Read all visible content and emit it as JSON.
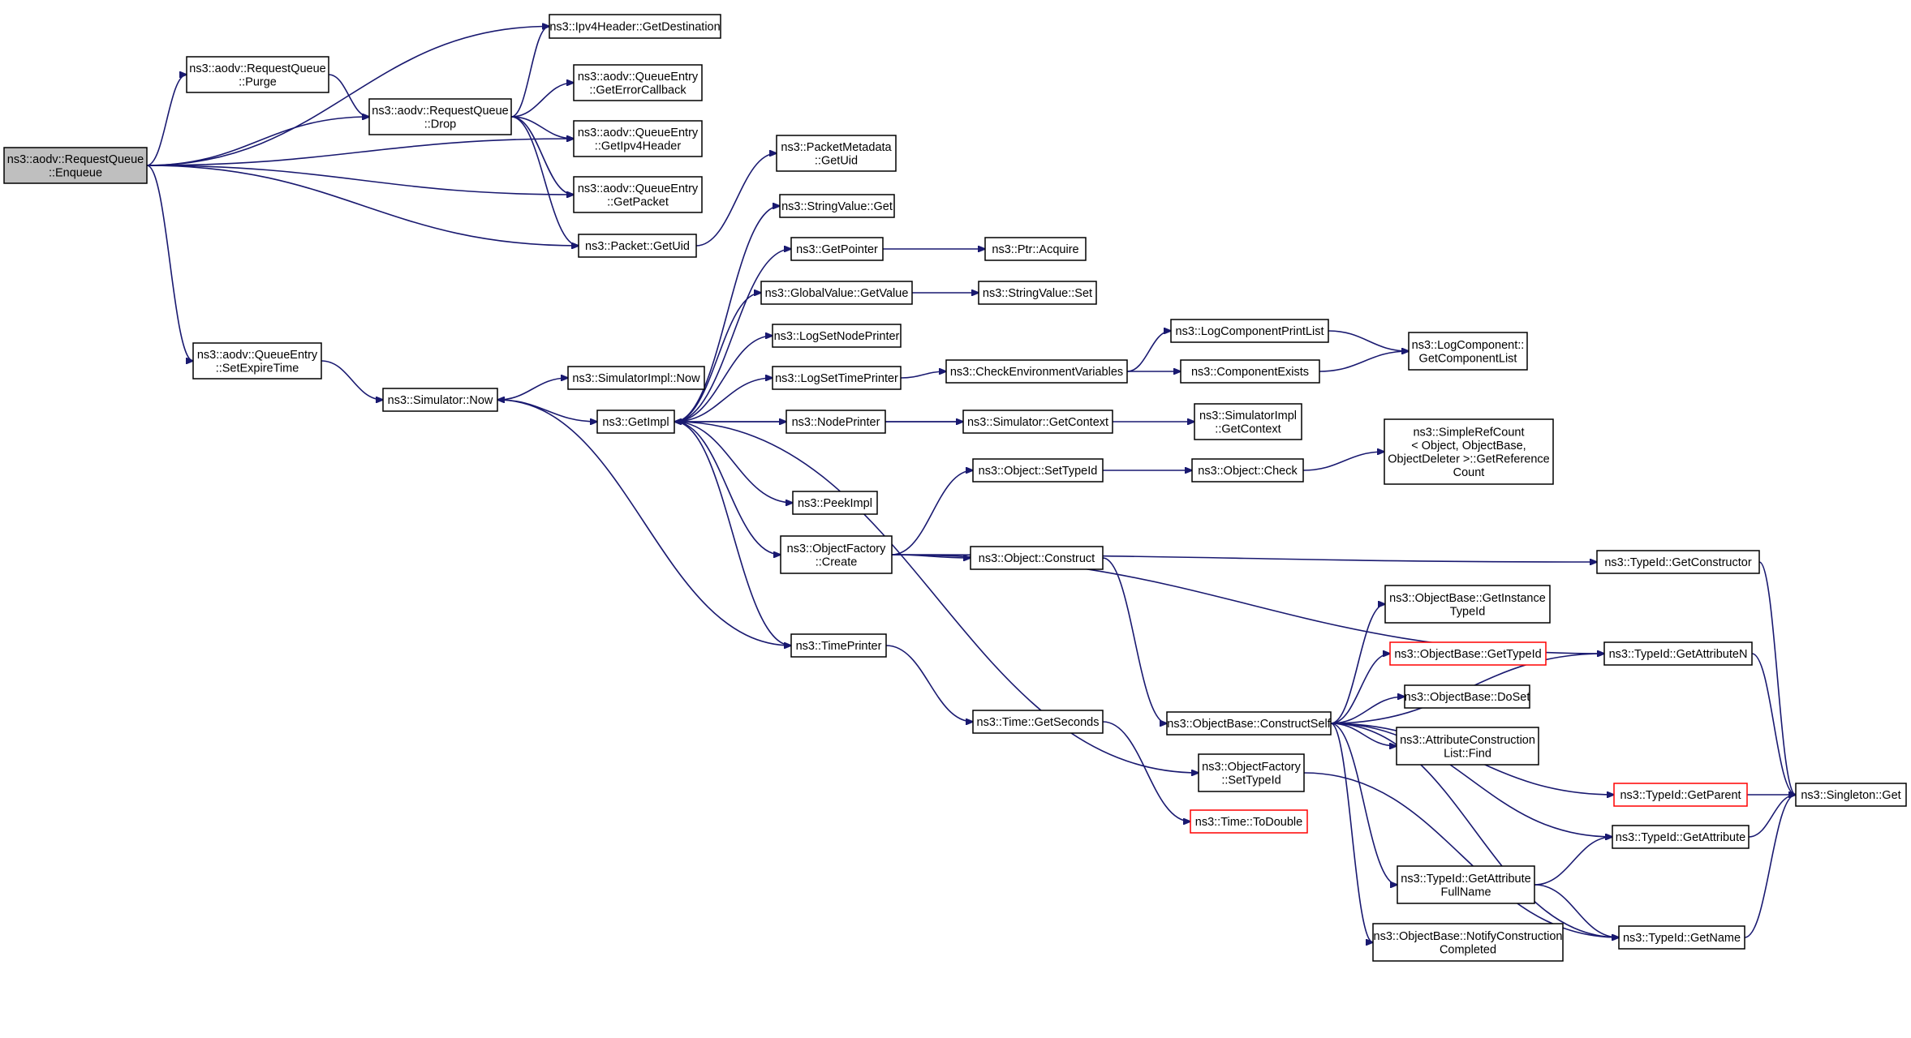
{
  "graph": {
    "colors": {
      "edge": "#191970",
      "node_border": "#000000",
      "truncated_border": "#ff0000",
      "root_fill": "#bfbfbf",
      "node_fill": "#ffffff"
    },
    "nodes": [
      {
        "id": "enqueue",
        "lines": [
          "ns3::aodv::RequestQueue",
          "::Enqueue"
        ],
        "style": "root"
      },
      {
        "id": "ipv4getdest",
        "lines": [
          "ns3::Ipv4Header::GetDestination"
        ]
      },
      {
        "id": "purge",
        "lines": [
          "ns3::aodv::RequestQueue",
          "::Purge"
        ]
      },
      {
        "id": "drop",
        "lines": [
          "ns3::aodv::RequestQueue",
          "::Drop"
        ]
      },
      {
        "id": "geterrcb",
        "lines": [
          "ns3::aodv::QueueEntry",
          "::GetErrorCallback"
        ]
      },
      {
        "id": "getipv4hdr",
        "lines": [
          "ns3::aodv::QueueEntry",
          "::GetIpv4Header"
        ]
      },
      {
        "id": "getpacket",
        "lines": [
          "ns3::aodv::QueueEntry",
          "::GetPacket"
        ]
      },
      {
        "id": "pktgetuid",
        "lines": [
          "ns3::Packet::GetUid"
        ]
      },
      {
        "id": "pmgetuid",
        "lines": [
          "ns3::PacketMetadata",
          "::GetUid"
        ]
      },
      {
        "id": "setexpire",
        "lines": [
          "ns3::aodv::QueueEntry",
          "::SetExpireTime"
        ]
      },
      {
        "id": "simnow",
        "lines": [
          "ns3::Simulator::Now"
        ]
      },
      {
        "id": "simimplnow",
        "lines": [
          "ns3::SimulatorImpl::Now"
        ]
      },
      {
        "id": "getimpl",
        "lines": [
          "ns3::GetImpl"
        ]
      },
      {
        "id": "strvalget",
        "lines": [
          "ns3::StringValue::Get"
        ]
      },
      {
        "id": "getpointer",
        "lines": [
          "ns3::GetPointer"
        ]
      },
      {
        "id": "ptracquire",
        "lines": [
          "ns3::Ptr::Acquire"
        ]
      },
      {
        "id": "gvgetvalue",
        "lines": [
          "ns3::GlobalValue::GetValue"
        ]
      },
      {
        "id": "strvalset",
        "lines": [
          "ns3::StringValue::Set"
        ]
      },
      {
        "id": "logsetnode",
        "lines": [
          "ns3::LogSetNodePrinter"
        ]
      },
      {
        "id": "logsettime",
        "lines": [
          "ns3::LogSetTimePrinter"
        ]
      },
      {
        "id": "checkenv",
        "lines": [
          "ns3::CheckEnvironmentVariables"
        ]
      },
      {
        "id": "logcompprint",
        "lines": [
          "ns3::LogComponentPrintList"
        ]
      },
      {
        "id": "compexists",
        "lines": [
          "ns3::ComponentExists"
        ]
      },
      {
        "id": "logcompget",
        "lines": [
          "ns3::LogComponent::",
          "GetComponentList"
        ]
      },
      {
        "id": "nodeprinter",
        "lines": [
          "ns3::NodePrinter"
        ]
      },
      {
        "id": "simgetctx",
        "lines": [
          "ns3::Simulator::GetContext"
        ]
      },
      {
        "id": "simimplgetctx",
        "lines": [
          "ns3::SimulatorImpl",
          "::GetContext"
        ]
      },
      {
        "id": "objsettypeid",
        "lines": [
          "ns3::Object::SetTypeId"
        ]
      },
      {
        "id": "objcheck",
        "lines": [
          "ns3::Object::Check"
        ]
      },
      {
        "id": "simplerefcount",
        "lines": [
          "ns3::SimpleRefCount",
          "< Object, ObjectBase,",
          "ObjectDeleter >::GetReference",
          "Count"
        ]
      },
      {
        "id": "peekimpl",
        "lines": [
          "ns3::PeekImpl"
        ]
      },
      {
        "id": "ofcreate",
        "lines": [
          "ns3::ObjectFactory",
          "::Create"
        ]
      },
      {
        "id": "objconstruct",
        "lines": [
          "ns3::Object::Construct"
        ]
      },
      {
        "id": "tidgetctor",
        "lines": [
          "ns3::TypeId::GetConstructor"
        ]
      },
      {
        "id": "obgetinst",
        "lines": [
          "ns3::ObjectBase::GetInstance",
          "TypeId"
        ]
      },
      {
        "id": "obgettypeid",
        "lines": [
          "ns3::ObjectBase::GetTypeId"
        ],
        "style": "truncated"
      },
      {
        "id": "tidgetattrn",
        "lines": [
          "ns3::TypeId::GetAttributeN"
        ]
      },
      {
        "id": "timeprinter",
        "lines": [
          "ns3::TimePrinter"
        ]
      },
      {
        "id": "obdoset",
        "lines": [
          "ns3::ObjectBase::DoSet"
        ]
      },
      {
        "id": "timegetsec",
        "lines": [
          "ns3::Time::GetSeconds"
        ]
      },
      {
        "id": "obconstructself",
        "lines": [
          "ns3::ObjectBase::ConstructSelf"
        ]
      },
      {
        "id": "attrconsfind",
        "lines": [
          "ns3::AttributeConstruction",
          "List::Find"
        ]
      },
      {
        "id": "ofsettypeid",
        "lines": [
          "ns3::ObjectFactory",
          "::SetTypeId"
        ]
      },
      {
        "id": "tidgetparent",
        "lines": [
          "ns3::TypeId::GetParent"
        ],
        "style": "truncated"
      },
      {
        "id": "singletonget",
        "lines": [
          "ns3::Singleton::Get"
        ]
      },
      {
        "id": "timetodouble",
        "lines": [
          "ns3::Time::ToDouble"
        ],
        "style": "truncated"
      },
      {
        "id": "tidgetattr",
        "lines": [
          "ns3::TypeId::GetAttribute"
        ]
      },
      {
        "id": "tidgetattrfull",
        "lines": [
          "ns3::TypeId::GetAttribute",
          "FullName"
        ]
      },
      {
        "id": "obnotify",
        "lines": [
          "ns3::ObjectBase::NotifyConstruction",
          "Completed"
        ]
      },
      {
        "id": "tidgetname",
        "lines": [
          "ns3::TypeId::GetName"
        ]
      }
    ],
    "edges": [
      [
        "enqueue",
        "ipv4getdest"
      ],
      [
        "enqueue",
        "purge"
      ],
      [
        "enqueue",
        "drop"
      ],
      [
        "enqueue",
        "getipv4hdr"
      ],
      [
        "enqueue",
        "getpacket"
      ],
      [
        "enqueue",
        "pktgetuid"
      ],
      [
        "enqueue",
        "setexpire"
      ],
      [
        "purge",
        "drop"
      ],
      [
        "drop",
        "ipv4getdest"
      ],
      [
        "drop",
        "geterrcb"
      ],
      [
        "drop",
        "getipv4hdr"
      ],
      [
        "drop",
        "getpacket"
      ],
      [
        "drop",
        "pktgetuid"
      ],
      [
        "pktgetuid",
        "pmgetuid"
      ],
      [
        "setexpire",
        "simnow"
      ],
      [
        "simnow",
        "simimplnow"
      ],
      [
        "simnow",
        "getimpl"
      ],
      [
        "getimpl",
        "strvalget"
      ],
      [
        "getimpl",
        "getpointer"
      ],
      [
        "getimpl",
        "gvgetvalue"
      ],
      [
        "getimpl",
        "logsetnode"
      ],
      [
        "getimpl",
        "logsettime"
      ],
      [
        "getimpl",
        "nodeprinter"
      ],
      [
        "getimpl",
        "peekimpl"
      ],
      [
        "getimpl",
        "ofcreate"
      ],
      [
        "getimpl",
        "timeprinter"
      ],
      [
        "getimpl",
        "ofsettypeid"
      ],
      [
        "getpointer",
        "ptracquire"
      ],
      [
        "gvgetvalue",
        "strvalset"
      ],
      [
        "logsettime",
        "checkenv"
      ],
      [
        "checkenv",
        "logcompprint"
      ],
      [
        "checkenv",
        "compexists"
      ],
      [
        "logcompprint",
        "logcompget"
      ],
      [
        "compexists",
        "logcompget"
      ],
      [
        "nodeprinter",
        "simgetctx"
      ],
      [
        "simgetctx",
        "simimplgetctx"
      ],
      [
        "simgetctx",
        "getimpl"
      ],
      [
        "ofcreate",
        "objsettypeid"
      ],
      [
        "ofcreate",
        "objconstruct"
      ],
      [
        "ofcreate",
        "tidgetctor"
      ],
      [
        "ofcreate",
        "tidgetattrn"
      ],
      [
        "objsettypeid",
        "objcheck"
      ],
      [
        "objcheck",
        "simplerefcount"
      ],
      [
        "objconstruct",
        "obconstructself"
      ],
      [
        "timeprinter",
        "simnow"
      ],
      [
        "timeprinter",
        "timegetsec"
      ],
      [
        "timegetsec",
        "timetodouble"
      ],
      [
        "tidgetctor",
        "singletonget"
      ],
      [
        "tidgetattrn",
        "singletonget"
      ],
      [
        "obconstructself",
        "obgetinst"
      ],
      [
        "obconstructself",
        "obgettypeid"
      ],
      [
        "obconstructself",
        "obdoset"
      ],
      [
        "obconstructself",
        "attrconsfind"
      ],
      [
        "obconstructself",
        "tidgetparent"
      ],
      [
        "obconstructself",
        "tidgetattr"
      ],
      [
        "obconstructself",
        "tidgetattrfull"
      ],
      [
        "obconstructself",
        "obnotify"
      ],
      [
        "obconstructself",
        "tidgetname"
      ],
      [
        "obconstructself",
        "tidgetattrn"
      ],
      [
        "ofsettypeid",
        "tidgetname"
      ],
      [
        "tidgetparent",
        "singletonget"
      ],
      [
        "tidgetattr",
        "singletonget"
      ],
      [
        "tidgetattrfull",
        "tidgetattr"
      ],
      [
        "tidgetattrfull",
        "tidgetname"
      ],
      [
        "tidgetname",
        "singletonget"
      ]
    ]
  }
}
